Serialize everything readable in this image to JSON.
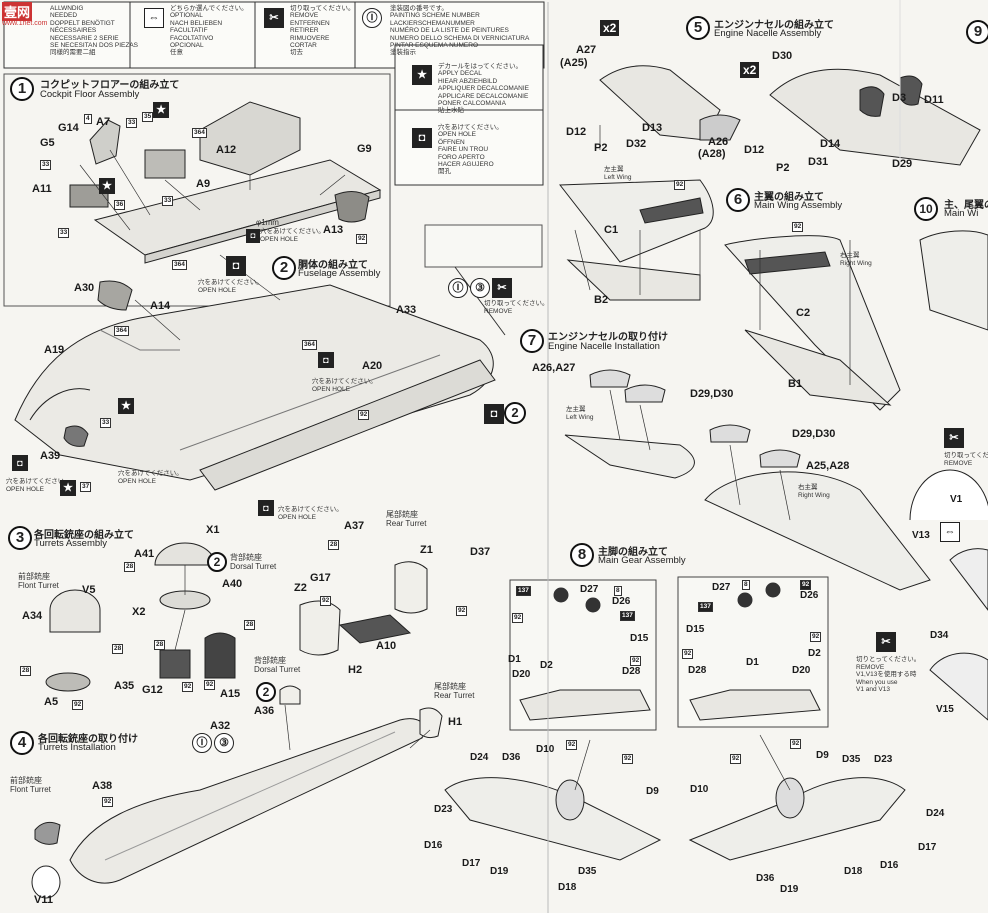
{
  "watermark": {
    "site": "壹网",
    "url": "www.1net.com"
  },
  "header_legend": {
    "col1_text": "ALLWNDIG\nNEEDED\nDOPPELT BENÖTIGT\nNÉCESSAIRES\nNECESSARIE 2 SERIE\nSE NECESITAN DOS PIEZAS\n同樣的需要二組",
    "col2_text": "どちらか選んでください。\nOPTIONAL\nNACH BELIEBEN\nFACULTATIF\nFACOLTATIVO\nOPCIONAL\n任意",
    "col3_text": "切り取ってください。\nREMOVE\nENTFERNEN\nRETIRER\nRIMUOVERE\nCORTAR\n切去",
    "col4_text": "塗装図の番号です。\nPAINTING SCHEME NUMBER\nLACKIERSCHEMANUMMER\nNUMÉRO DE LA LISTE DE PEINTURES\nNUMERO DELLO SCHEMA DI VERNICIATURA\nPINTAR ESQUEMA NUMERO\n塗裝指示",
    "decal_text": "デカールをはってください。\nAPPLY DECAL\nHIEAR ABZIEHBILD\nAPPLIQUER DECALCOMANIE\nAPPLICARE DECALCOMANIE\nPONER CALCOMANIA\n貼上水貼",
    "hole_text": "穴をあけてください。\nOPEN HOLE\nÖFFNEN\nFAIRE UN TROU\nFORO APERTO\nHACER AGUJERO\n開孔"
  },
  "steps": [
    {
      "num": "1",
      "jp": "コクピットフロアーの組み立て",
      "en": "Cockpit Floor Assembly"
    },
    {
      "num": "2",
      "jp": "胴体の組み立て",
      "en": "Fuselage Assembly"
    },
    {
      "num": "3",
      "jp": "各回転銃座の組み立て",
      "en": "Turrets Assembly"
    },
    {
      "num": "4",
      "jp": "各回転銃座の取り付け",
      "en": "Turrets Installation"
    },
    {
      "num": "5",
      "jp": "エンジンナセルの組み立て",
      "en": "Engine Nacelle Assembly"
    },
    {
      "num": "6",
      "jp": "主翼の組み立て",
      "en": "Main Wing Assembly"
    },
    {
      "num": "7",
      "jp": "エンジンナセルの取り付け",
      "en": "Engine Nacelle Installation"
    },
    {
      "num": "8",
      "jp": "主脚の組み立て",
      "en": "Main Gear Assembly"
    },
    {
      "num": "9",
      "jp": "",
      "en": ""
    },
    {
      "num": "10",
      "jp": "主、尾翼の",
      "en": "Main Wi"
    }
  ],
  "labels": {
    "G14": "G14",
    "G5": "G5",
    "A11": "A11",
    "A7": "A7",
    "A9": "A9",
    "A12": "A12",
    "G9": "G9",
    "A13": "A13",
    "A30": "A30",
    "A14": "A14",
    "A19": "A19",
    "A39": "A39",
    "A33": "A33",
    "A20": "A20",
    "X1": "X1",
    "A41": "A41",
    "X2": "X2",
    "A40": "A40",
    "V5": "V5",
    "A34": "A34",
    "A5": "A5",
    "A35": "A35",
    "G12": "G12",
    "A15": "A15",
    "A37": "A37",
    "Z1": "Z1",
    "D37": "D37",
    "G17": "G17",
    "Z2": "Z2",
    "A10": "A10",
    "H2": "H2",
    "H1": "H1",
    "A32": "A32",
    "A36": "A36",
    "A38": "A38",
    "V11": "V11",
    "A27": "A27",
    "A25p": "(A25)",
    "D12": "D12",
    "P2": "P2",
    "D32": "D32",
    "D13": "D13",
    "A26": "A26",
    "A28p": "(A28)",
    "D30": "D30",
    "D3": "D3",
    "D11": "D11",
    "D12b": "D12",
    "P2b": "P2",
    "D31": "D31",
    "D14": "D14",
    "D29": "D29",
    "C1": "C1",
    "B2": "B2",
    "C2": "C2",
    "B1": "B1",
    "A26A27": "A26,A27",
    "D29D30": "D29,D30",
    "D29D30b": "D29,D30",
    "A25A28": "A25,A28",
    "V1": "V1",
    "V13": "V13",
    "D34": "D34",
    "V15": "V15",
    "D27": "D27",
    "D26": "D26",
    "D15": "D15",
    "D1": "D1",
    "D2": "D2",
    "D20": "D20",
    "D28": "D28",
    "D27b": "D27",
    "D26b": "D26",
    "D15b": "D15",
    "D28b": "D28",
    "D1b": "D1",
    "D20b": "D20",
    "D2b": "D2",
    "D24": "D24",
    "D36": "D36",
    "D10": "D10",
    "D9": "D9",
    "D23": "D23",
    "D16": "D16",
    "D17": "D17",
    "D19": "D19",
    "D18": "D18",
    "D35": "D35",
    "D10b": "D10",
    "D9b": "D9",
    "D35b": "D35",
    "D23b": "D23",
    "D24b": "D24",
    "D17b": "D17",
    "D16b": "D16",
    "D18b": "D18",
    "D36b": "D36",
    "D19b": "D19"
  },
  "small_texts": {
    "phi": "φ1mm",
    "open_hole_1": "穴をあけてください。\nOPEN HOLE",
    "open_hole_2": "穴をあけてください。\nOPEN HOLE",
    "open_hole_3": "穴をあけてください。\nOPEN HOLE",
    "open_hole_4": "穴をあけてください。\nOPEN HOLE",
    "open_hole_5": "穴をあけてください。\nOPEN HOLE",
    "open_hole_6": "穴をあけてください。\nOPEN HOLE",
    "remove_1": "切り取ってください。\nREMOVE",
    "remove_2": "切り取ってください。\nREMOVE",
    "remove_3": "切りとってください。\nREMOVE\nV1,V13を使用する時\nWhen you use\nV1 and V13",
    "front_turret": "前部銃座\nFlont Turret",
    "front_turret_2": "前部銃座\nFlont Turret",
    "dorsal_turret": "背部銃座\nDorsal Turret",
    "dorsal_turret_2": "背部銃座\nDorsal Turret",
    "rear_turret": "尾部銃座\nRear Turret",
    "rear_turret_2": "尾部銃座\nRear Turret",
    "left_wing": "左主翼\nLeft Wing",
    "left_wing_2": "左主翼\nLeft Wing",
    "right_wing": "右主翼\nRight Wing",
    "right_wing_2": "右主翼\nRight Wing",
    "x2a": "x2",
    "x2b": "x2"
  },
  "part_numbers": [
    "4",
    "33",
    "35",
    "364",
    "33",
    "36",
    "33",
    "92",
    "364",
    "33",
    "364",
    "92",
    "364",
    "33",
    "37",
    "28",
    "28",
    "28",
    "92",
    "28",
    "28",
    "92",
    "92",
    "92",
    "92",
    "28",
    "92",
    "137",
    "8",
    "137",
    "92",
    "92",
    "92",
    "92",
    "137",
    "92",
    "8",
    "92",
    "92",
    "92",
    "92",
    "92",
    "92"
  ]
}
